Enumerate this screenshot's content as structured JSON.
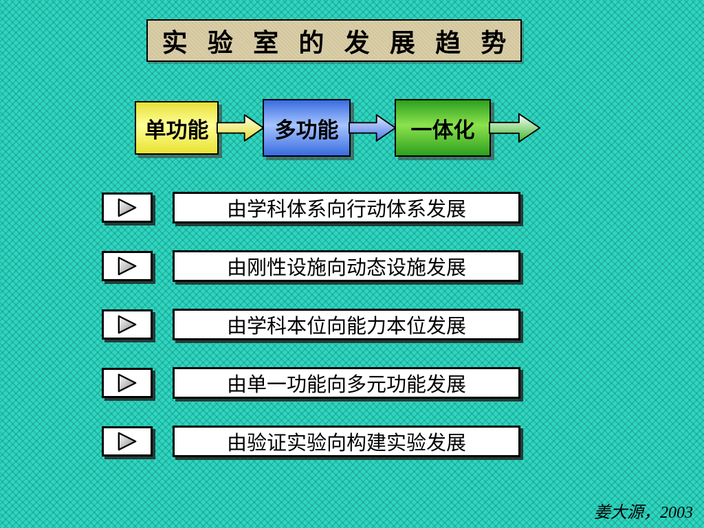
{
  "title": "实 验 室 的 发 展 趋 势",
  "flow": {
    "stages": [
      {
        "label": "单功能",
        "color": "#f2ec4a"
      },
      {
        "label": "多功能",
        "color": "#5b86ee"
      },
      {
        "label": "一体化",
        "color": "#4fc32a"
      }
    ]
  },
  "bullets": [
    "由学科体系向行动体系发展",
    "由刚性设施向动态设施发展",
    "由学科本位向能力本位发展",
    "由单一功能向多元功能发展",
    "由验证实验向构建实验发展"
  ],
  "attribution": "姜大源，2003",
  "colors": {
    "background": "#2fd6c0",
    "title_box": "#d9cda6",
    "box_border": "#000000",
    "bullet_box": "#ffffff"
  }
}
